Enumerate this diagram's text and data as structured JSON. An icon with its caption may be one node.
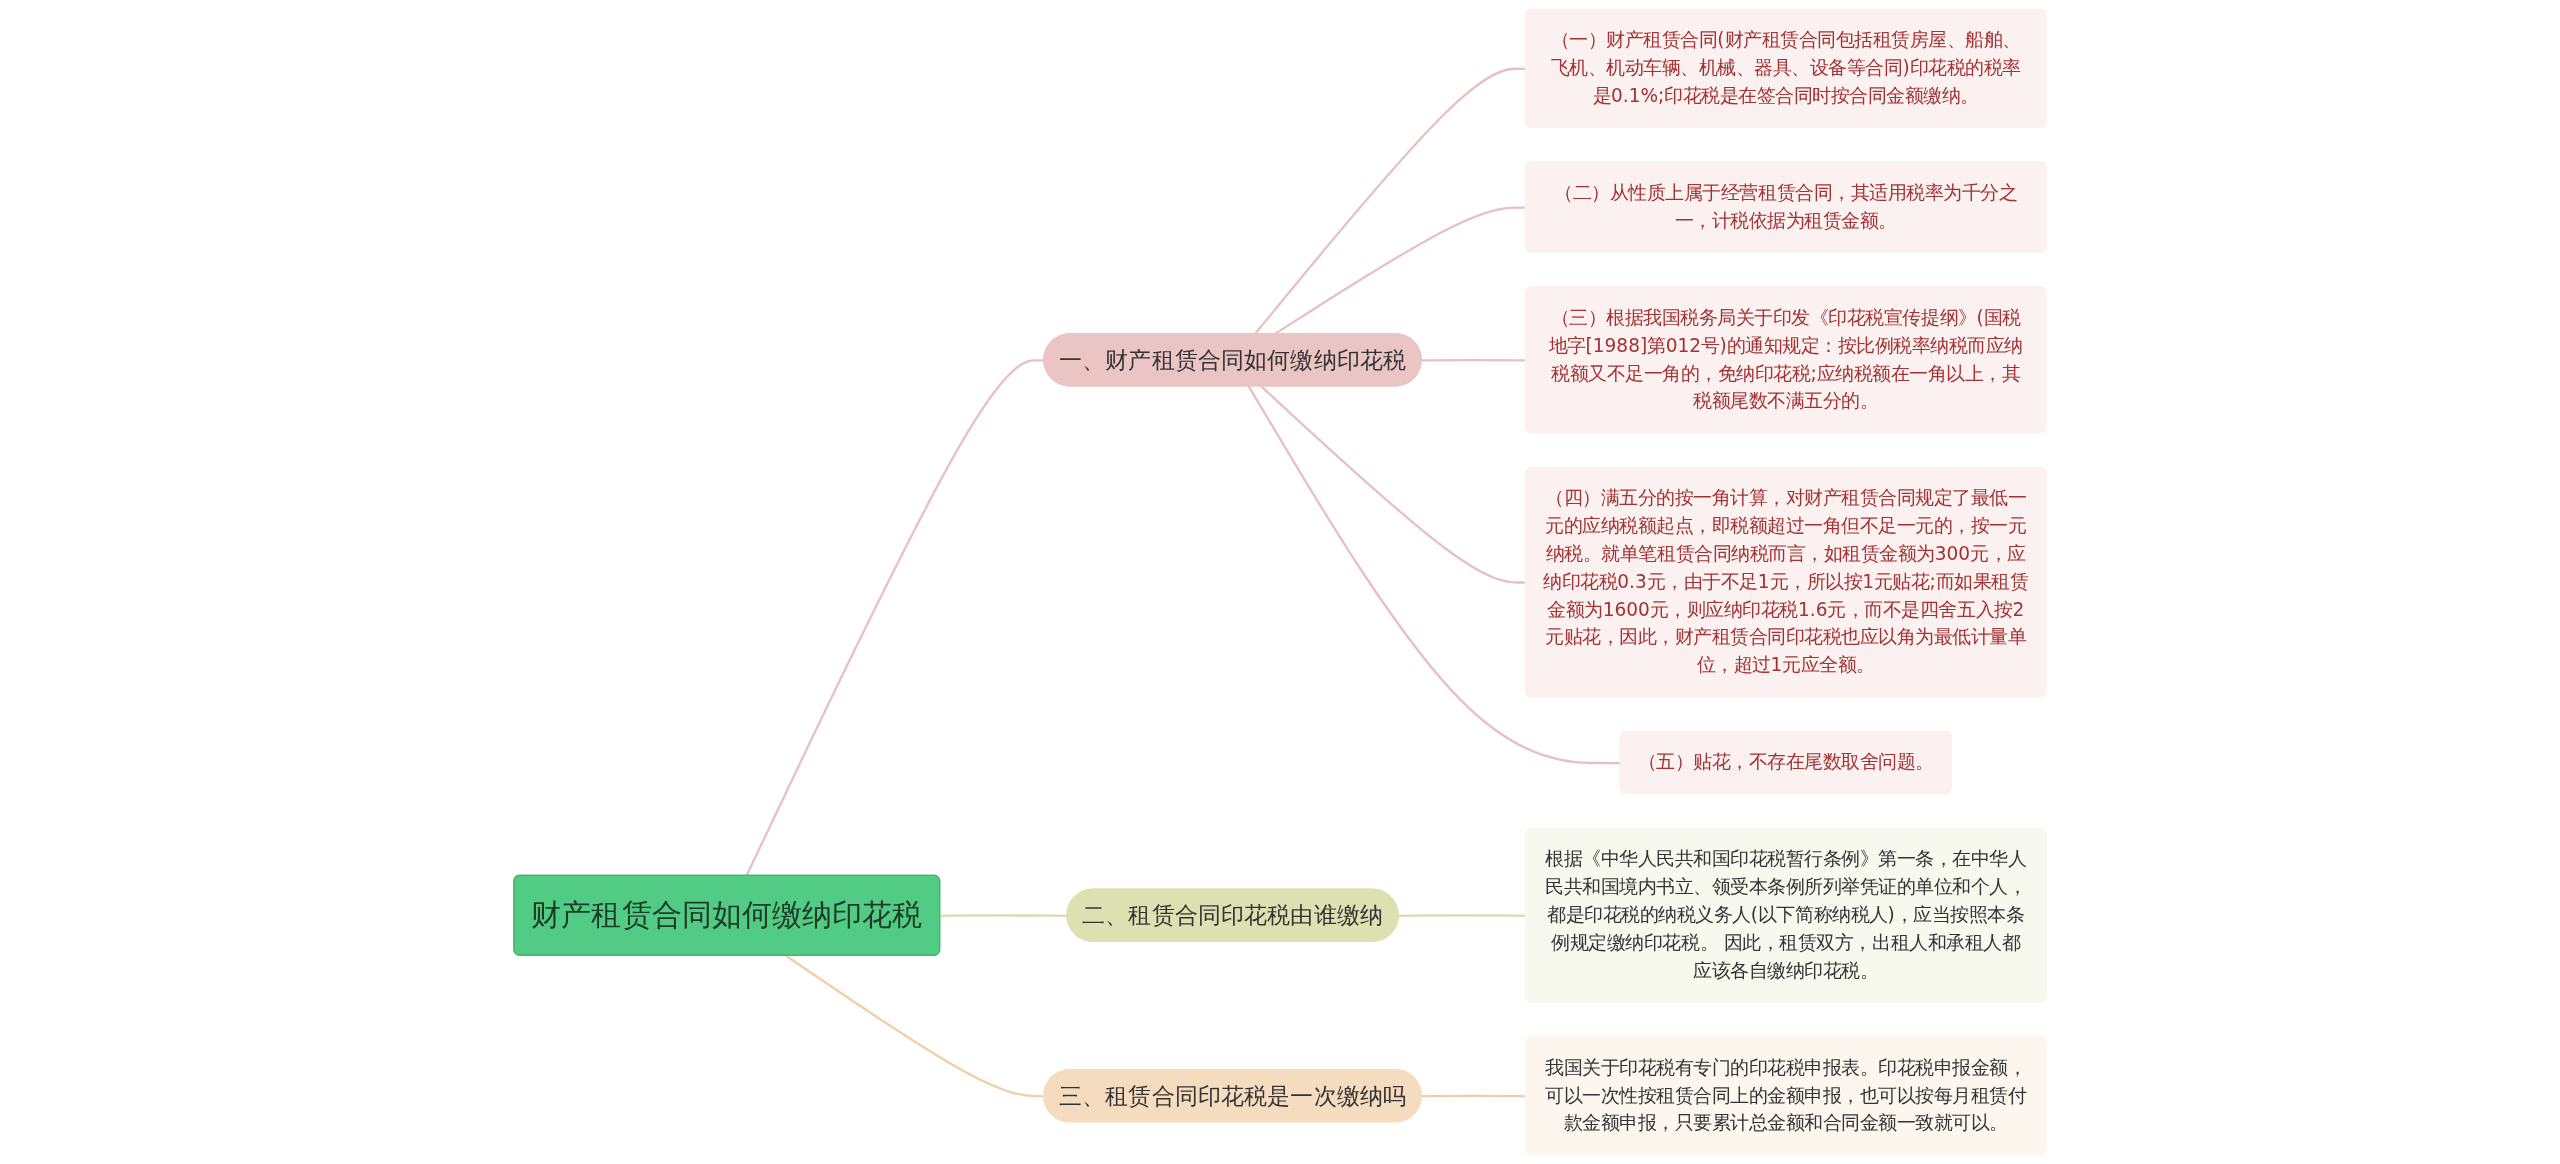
{
  "diagram": {
    "nodes": [
      {
        "text": [
          "财产租赁合同如何缴纳印花税"
        ]
      },
      {
        "text": [
          "一、财产租赁合同如何缴纳印花税"
        ]
      },
      {
        "text": [
          "（一）财产租赁合同(财产租赁合同包括租赁房屋、船舶、飞机、机动车辆、机械、器具、设备等合同)印花税的税率是0.1%;印花税是在签合同时按合同金额缴纳。"
        ]
      },
      {
        "text": [
          "（二）从性质上属于经营租赁合同，其适用税率为千分之一，计税依据为租赁金额。"
        ]
      },
      {
        "text": [
          "（三）根据我国税务局关于印发《印花税宣传提纲》(国税地字[1988]第012号)的通知规定：按比例税率纳税而应纳税额又不足一角的，免纳印花税;应纳税额在一角以上，其税额尾数不满五分的。"
        ]
      },
      {
        "text": [
          "（四）满五分的按一角计算，对财产租赁合同规定了最低一元的应纳税额起点，即税额超过一角但不足一元的，按一元纳税。就单笔租赁合同纳税而言，如租赁金额为300元，应纳印花税0.3元，由于不足1元，所以按1元贴花;而如果租赁金额为1600元，则应纳印花税1.6元，而不是四舍五入按2元贴花，因此，财产租赁合同印花税也应以角为最低计量单位，超过1元应全额。"
        ]
      },
      {
        "text": [
          "（五）贴花，不存在尾数取舍问题。"
        ]
      },
      {
        "text": [
          "二、租赁合同印花税由谁缴纳"
        ]
      },
      {
        "text": [
          "根据《中华人民共和国印花税暂行条例》第一条，在中华人民共和国境内书立、领受本条例所列举凭证的单位和个人，都是印花税的纳税义务人(以下简称纳税人)，应当按照本条例规定缴纳印花税。 因此，租赁双方，出租人和承租人都应该各自缴纳印花税。"
        ]
      },
      {
        "text": [
          "三、租赁合同印花税是一次缴纳吗"
        ]
      },
      {
        "text": [
          "我国关于印花税有专门的印花税申报表。印花税申报金额，可以一次性按租赁合同上的金额申报，也可以按每月租赁付款金额申报，只要累计总金额和合同金额一致就可以。"
        ]
      }
    ],
    "edges": [
      {
        "from": 0,
        "to": 1,
        "arrow": "none"
      },
      {
        "from": 1,
        "to": 2,
        "arrow": "none"
      },
      {
        "from": 1,
        "to": 3,
        "arrow": "none"
      },
      {
        "from": 1,
        "to": 4,
        "arrow": "none"
      },
      {
        "from": 1,
        "to": 5,
        "arrow": "none"
      },
      {
        "from": 1,
        "to": 6,
        "arrow": "none"
      },
      {
        "from": 0,
        "to": 7,
        "arrow": "none",
        "color": "#d6dcaa"
      },
      {
        "from": 7,
        "to": 8,
        "arrow": "none",
        "color": "#d6dcaa"
      },
      {
        "from": 0,
        "to": 9,
        "arrow": "none",
        "color": "#f0cfa6"
      },
      {
        "from": 9,
        "to": 10,
        "arrow": "none",
        "color": "#f0cfa6"
      }
    ]
  }
}
